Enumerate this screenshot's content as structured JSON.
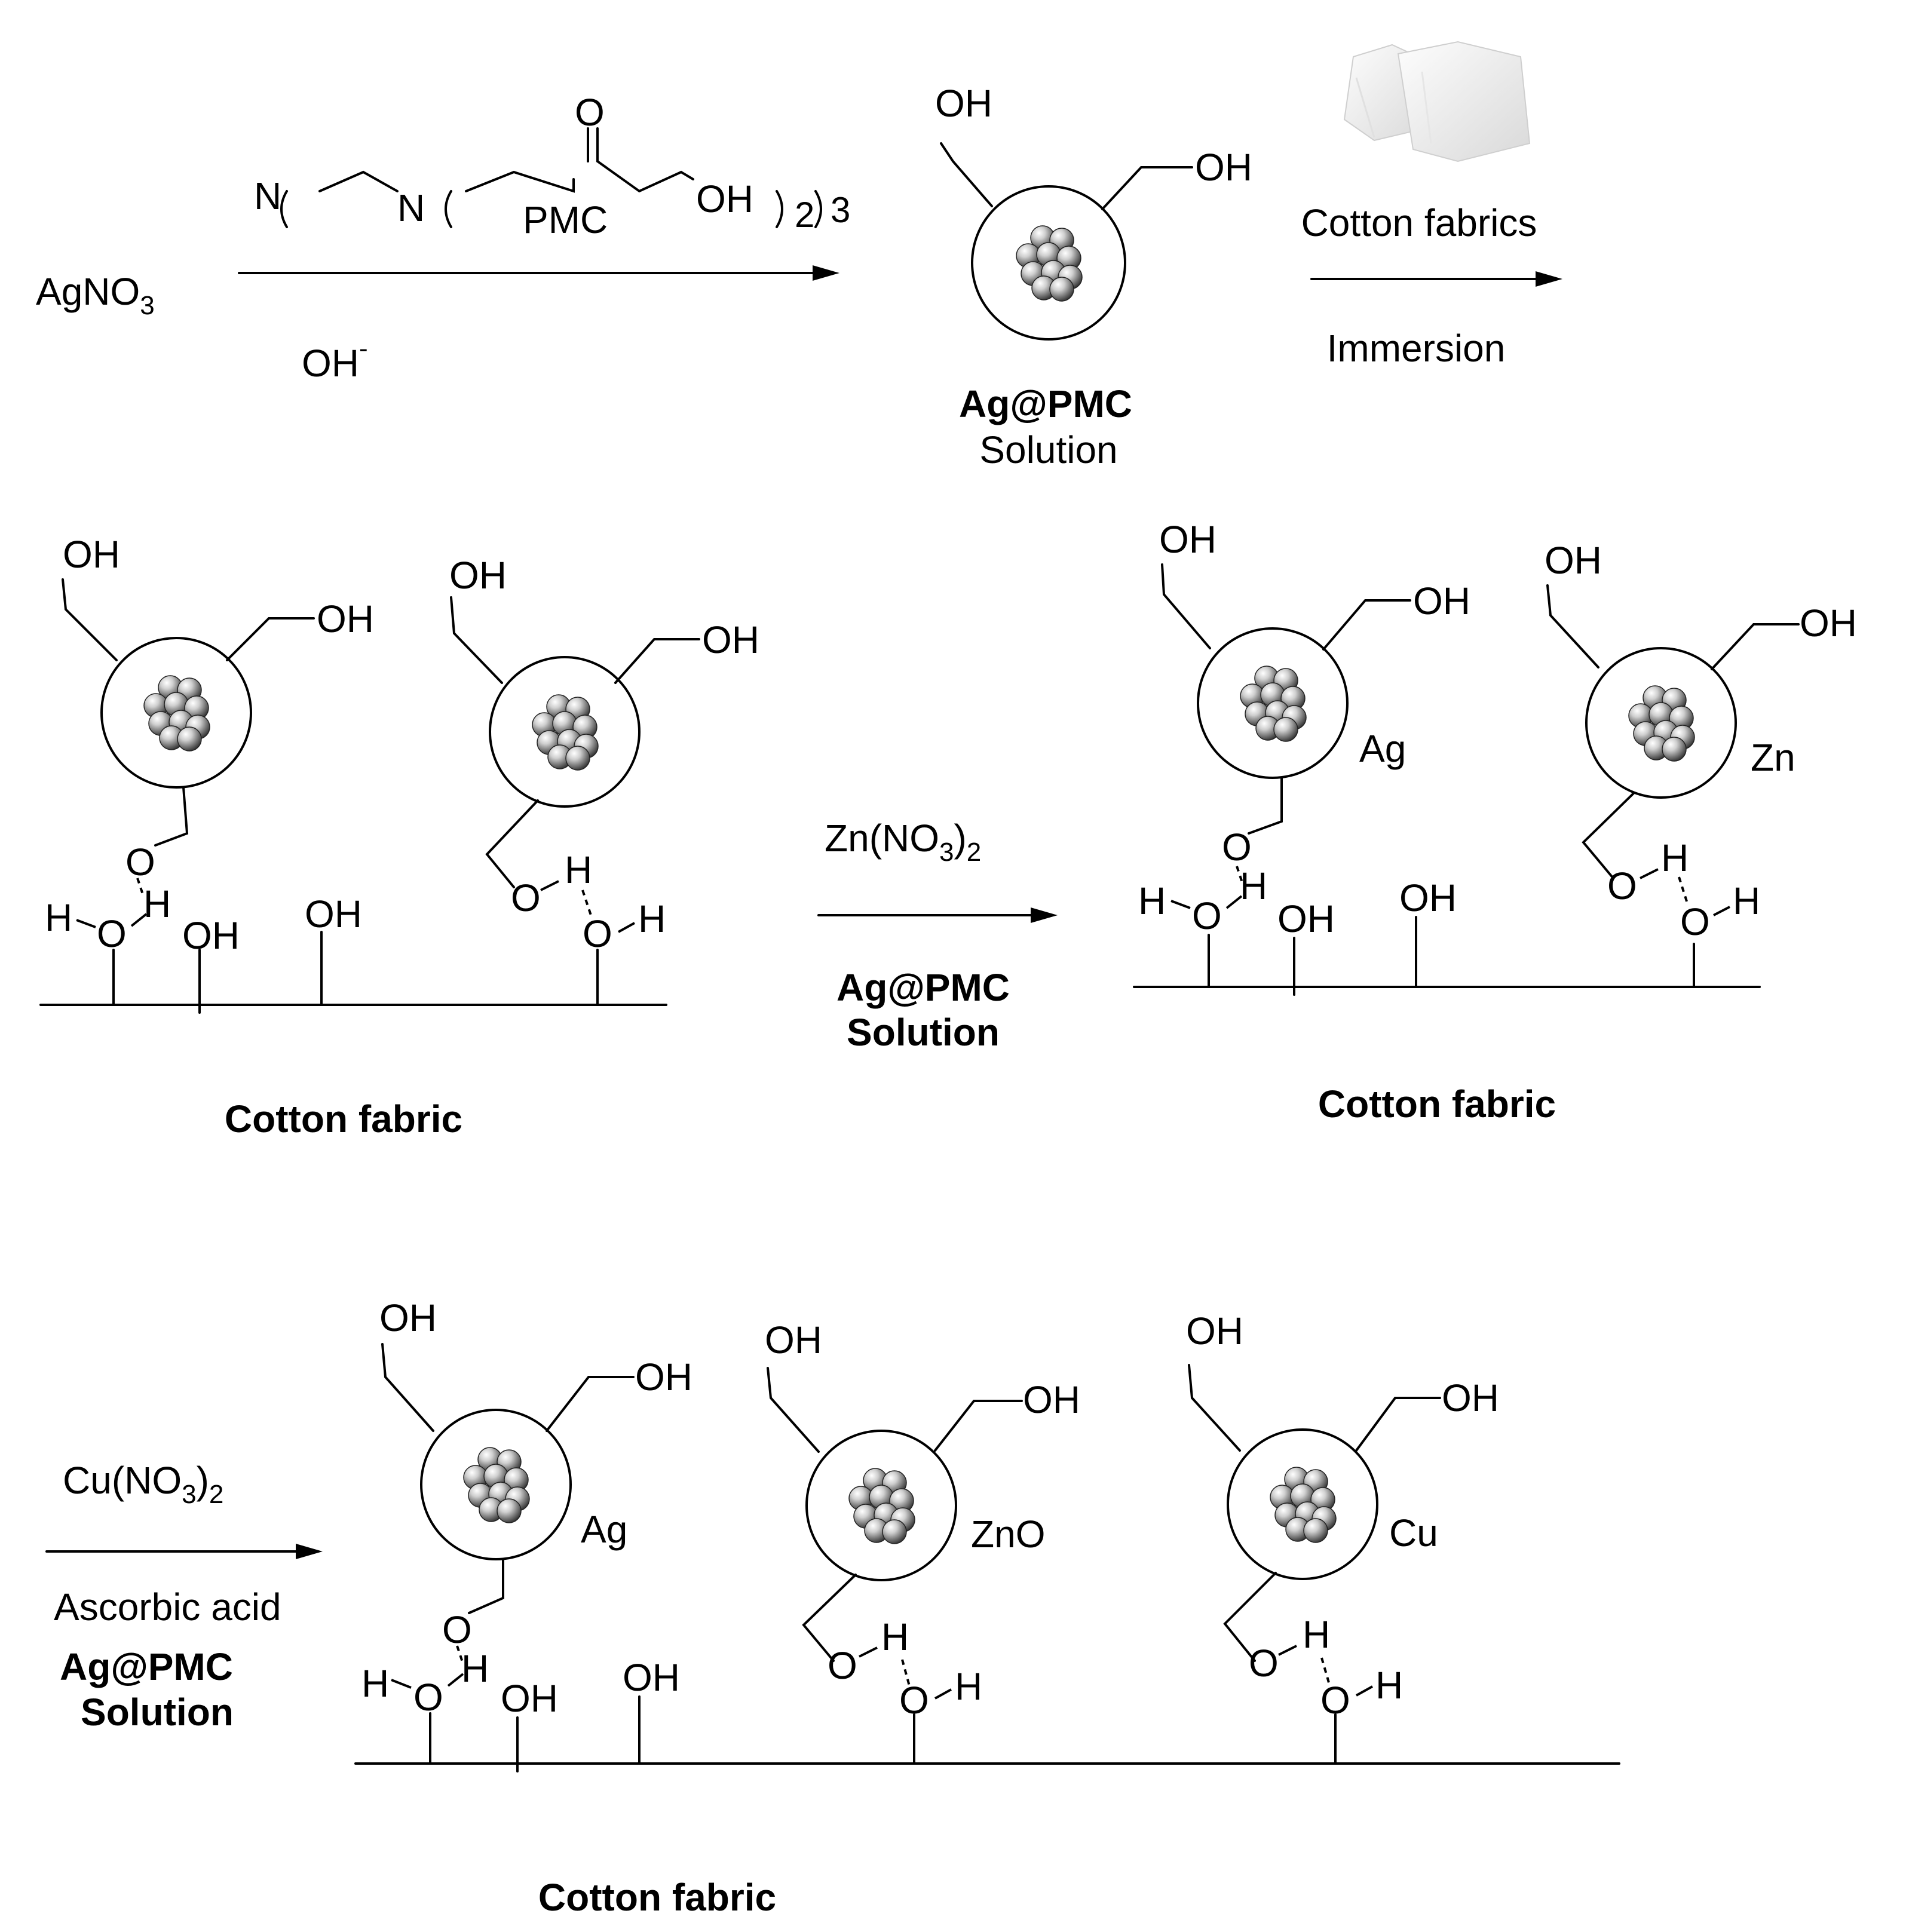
{
  "step1": {
    "reactant": "AgNO",
    "reactant_sub": "3",
    "reagent_base": "OH",
    "reagent_base_sup": "-",
    "ligand": {
      "n1": "N",
      "n2": "N",
      "oxygen": "O",
      "pmc": "PMC",
      "oh": "OH",
      "sub2": "2",
      "sub3": "3"
    },
    "product_bold": "Ag@PMC",
    "product_plain": "Solution"
  },
  "step2": {
    "above": "Cotton fabrics",
    "below": "Immersion"
  },
  "step3": {
    "reagent": "Zn(NO",
    "reagent_sub3": "3",
    "reagent_close": ")",
    "reagent_sub2": "2",
    "below_bold_1": "Ag@PMC",
    "below_bold_2": "Solution"
  },
  "step4": {
    "reagent": "Cu(NO",
    "reagent_sub3": "3",
    "reagent_close": ")",
    "reagent_sub2": "2",
    "below_1": "Ascorbic acid",
    "below_bold_1": "Ag@PMC",
    "below_bold_2": "Solution"
  },
  "labels": {
    "oh": "OH",
    "o": "O",
    "h": "H",
    "ag": "Ag",
    "zn": "Zn",
    "zno": "ZnO",
    "cu": "Cu",
    "cotton_fabric": "Cotton fabric"
  },
  "colors": {
    "line": "#000000",
    "sphere_light": "#f2f2f2",
    "sphere_dark": "#3a3a3a"
  }
}
